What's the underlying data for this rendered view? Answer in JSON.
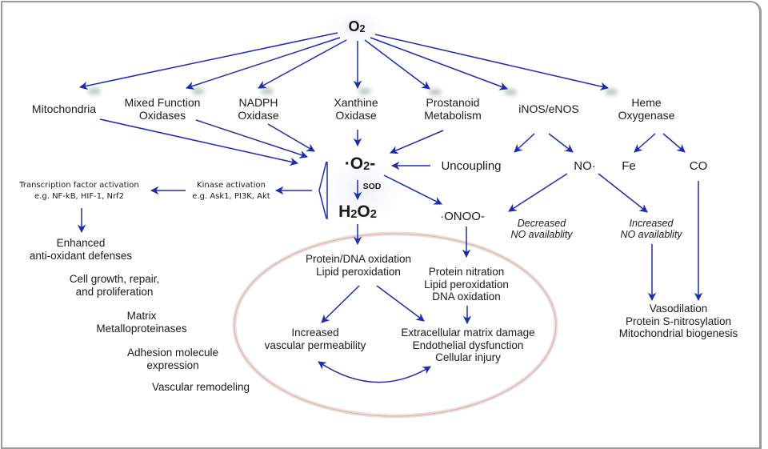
{
  "diagram": {
    "title_molecule": "O2",
    "sources": [
      {
        "id": "mito",
        "lines": [
          "Mitochondria"
        ]
      },
      {
        "id": "mfo",
        "lines": [
          "Mixed Function",
          "Oxidases"
        ]
      },
      {
        "id": "nadph",
        "lines": [
          "NADPH",
          "Oxidase"
        ]
      },
      {
        "id": "xo",
        "lines": [
          "Xanthine",
          "Oxidase"
        ]
      },
      {
        "id": "prost",
        "lines": [
          "Prostanoid",
          "Metabolism"
        ]
      },
      {
        "id": "nos",
        "lines": [
          "iNOS/eNOS"
        ]
      },
      {
        "id": "heme",
        "lines": [
          "Heme",
          "Oxygenase"
        ]
      }
    ],
    "superoxide": "·O2-",
    "sod_label": "SOD",
    "hydrogen_peroxide": "H2O2",
    "peroxynitrite": "·ONOO-",
    "uncoupling": "Uncoupling",
    "nitric_oxide": "NO·",
    "iron": "Fe",
    "carbon_monoxide": "CO",
    "kinase": {
      "line1": "Kinase activation",
      "line2": "e.g. Ask1, PI3K, Akt"
    },
    "transcription": {
      "line1": "Transcription factor activation",
      "line2": "e.g. NF-kB, HIF-1, Nrf2"
    },
    "signaling_outcomes": [
      [
        "Enhanced",
        "anti-oxidant defenses"
      ],
      [
        "Cell growth, repair,",
        "and proliferation"
      ],
      [
        "Matrix",
        "Metalloproteinases"
      ],
      [
        "Adhesion molecule",
        "expression"
      ],
      [
        "Vascular remodeling"
      ]
    ],
    "decreased_no": [
      "Decreased",
      "NO availablity"
    ],
    "increased_no": [
      "Increased",
      "NO availablity"
    ],
    "h2o2_effects": [
      "Protein/DNA oxidation",
      "Lipid peroxidation"
    ],
    "onoo_effects": [
      "Protein nitration",
      "Lipid peroxidation",
      "DNA oxidation"
    ],
    "permeability": [
      "Increased",
      "vascular permeability"
    ],
    "damage": [
      "Extracellular matrix damage",
      "Endothelial dysfunction",
      "Cellular injury"
    ],
    "no_co_effects": [
      "Vasodilation",
      "Protein S-nitrosylation",
      "Mitochondrial biogenesis"
    ]
  },
  "colors": {
    "arrow": "#1a2bb8",
    "ellipse": "#e8cfcf",
    "text": "#1a1a1a",
    "frame": "#9a9a9a"
  }
}
